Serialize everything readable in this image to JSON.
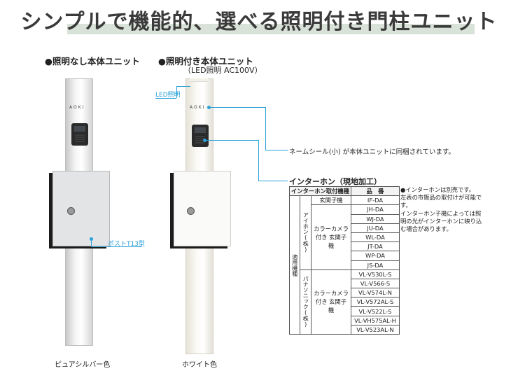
{
  "title": "シンプルで機能的、選べる照明付き門柱ユニット",
  "left_unit": {
    "heading": "●照明なし本体ユニット",
    "brand": "AOKI",
    "post_callout": "ポストT13型",
    "color_caption": "ピュアシルバー色"
  },
  "right_unit": {
    "heading": "●照明付き本体ユニット",
    "subheading": "（LED照明 AC100V）",
    "brand": "AOKI",
    "led_callout": "LED照明",
    "color_caption": "ホワイト色"
  },
  "callouts": {
    "nameseal": "ネームシール(小) が本体ユニットに同梱されています。",
    "intercom": "インターホン（現地加工）"
  },
  "table": {
    "header_col1": "インターホン取付機種",
    "header_col2": "品　番",
    "maker_group": "適用機種",
    "aiphone": "アイホン(株)",
    "panasonic": "パナソニック(株)",
    "entrance_unit": "玄関子機",
    "camera_unit": "カラーカメラ 付き 玄関子機",
    "camera_unit2": "カラーカメラ 付き 玄関子機",
    "aiphone_entrance_models": [
      "IF-DA"
    ],
    "aiphone_camera_models": [
      "JH-DA",
      "WJ-DA",
      "JU-DA",
      "WL-DA",
      "JT-DA",
      "WP-DA",
      "JS-DA"
    ],
    "panasonic_models": [
      "VL-V530L-S",
      "VL-V566-S",
      "VL-V574L-N",
      "VL-V572AL-S",
      "VL-V522L-S",
      "VL-VH575AL-H",
      "VL-V523AL-N"
    ]
  },
  "notes": [
    "●インターホンは別売です。",
    "左表の市販品の取付けが可能です。",
    "インターホン子機によっては照明の光がインターホンに映り込む場合があります。"
  ],
  "colors": {
    "accent_blue": "#2aa0d8",
    "title_band": "#d9e2d8"
  }
}
